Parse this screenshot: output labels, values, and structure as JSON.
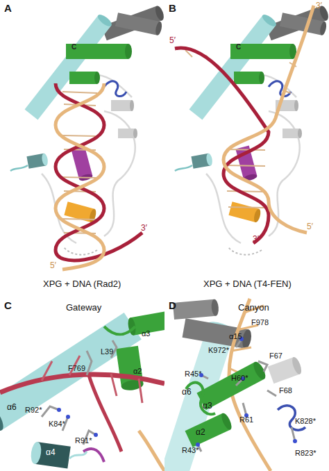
{
  "diagram": {
    "labels": [
      "A",
      "C",
      "3′",
      "5′",
      "XPG + DNA (Rad2)",
      "B",
      "5′",
      "3′",
      "C",
      "3′",
      "5′",
      "XPG + DNA (T4-FEN)",
      "C",
      "Gateway",
      "α3",
      "L39",
      "α2",
      "F769",
      "α6",
      "R92*",
      "K84*",
      "R91*",
      "α4",
      "D",
      "Canyon",
      "F978",
      "α15",
      "K972*",
      "F67",
      "R45*",
      "H60*",
      "α6",
      "F68",
      "α3",
      "R61",
      "α2",
      "K828*",
      "R43*",
      "R823*"
    ]
  }
}
